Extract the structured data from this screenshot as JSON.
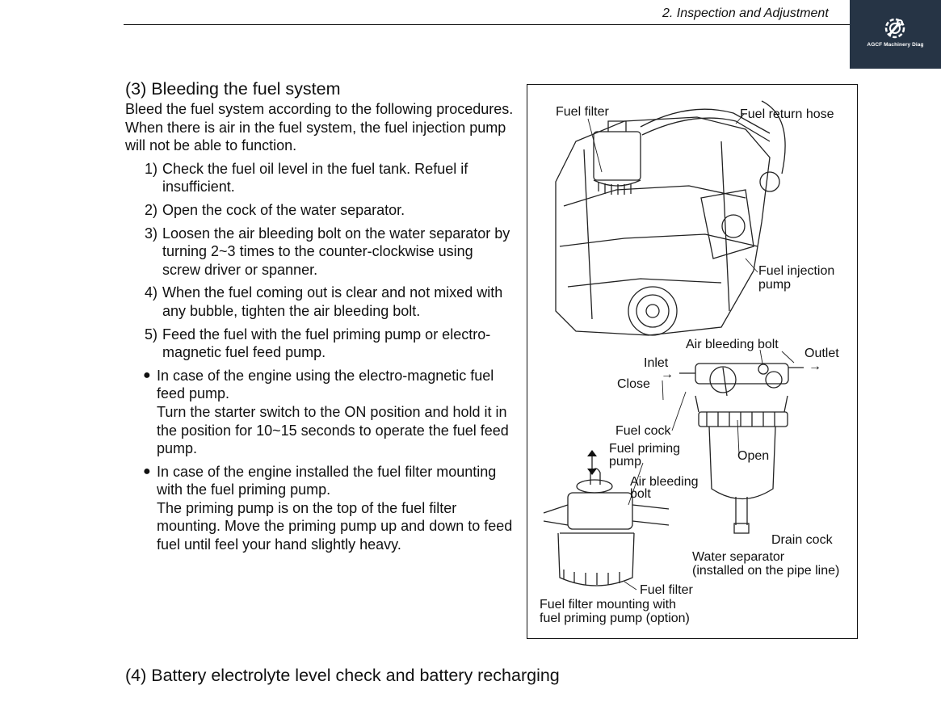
{
  "header": {
    "title": "2.  Inspection  and  Adjustment",
    "logo_text": "AGCF Machinery Diag",
    "logo_icon": "wrench-gear-icon"
  },
  "section": {
    "heading": "(3) Bleeding the fuel system",
    "intro": "Bleed the fuel system according to the following procedures.   When there is air in the fuel system, the fuel injection pump will not be able to function.",
    "steps": [
      {
        "num": "1)",
        "text": "Check the fuel oil level in the fuel tank.   Refuel if insufficient."
      },
      {
        "num": "2)",
        "text": "Open the cock of the water separator."
      },
      {
        "num": "3)",
        "text": "Loosen the air bleeding bolt on the water separator by turning 2~3 times to the counter-clockwise using screw driver or spanner."
      },
      {
        "num": "4)",
        "text": "When the fuel coming out is clear and not mixed with any bubble, tighten the air bleeding bolt."
      },
      {
        "num": "5)",
        "text": "Feed the fuel with the fuel priming pump or electro-magnetic fuel feed pump."
      }
    ],
    "bullets": [
      {
        "lead": "In case of the engine using the electro-magnetic fuel feed pump.",
        "detail": "Turn the starter switch to the ON position and hold it in the position for 10~15 seconds to operate the fuel feed pump."
      },
      {
        "lead": "In case of the engine installed the fuel filter mounting with the fuel priming pump.",
        "detail": "The priming pump is on the top of the fuel filter mounting.   Move the priming pump up and down to feed fuel until feel your hand slightly heavy."
      }
    ]
  },
  "figure": {
    "labels": {
      "fuel_filter_top": "Fuel filter",
      "fuel_return_hose": "Fuel return hose",
      "fuel_injection_pump_1": "Fuel injection",
      "fuel_injection_pump_2": "pump",
      "air_bleeding_bolt": "Air bleeding bolt",
      "outlet": "Outlet",
      "inlet": "Inlet",
      "close": "Close",
      "fuel_cock": "Fuel cock",
      "fuel_priming_pump_1": "Fuel priming",
      "fuel_priming_pump_2": "pump",
      "open": "Open",
      "air_bleeding_bolt2_1": "Air bleeding",
      "air_bleeding_bolt2_2": "bolt",
      "drain_cock": "Drain cock",
      "water_separator_1": "Water separator",
      "water_separator_2": "(installed on the pipe line)",
      "fuel_filter_bottom": "Fuel filter",
      "mounting_caption_1": "Fuel filter mounting with",
      "mounting_caption_2": "fuel priming pump (option)"
    }
  },
  "footer": {
    "heading": "(4) Battery electrolyte level check and battery recharging"
  }
}
